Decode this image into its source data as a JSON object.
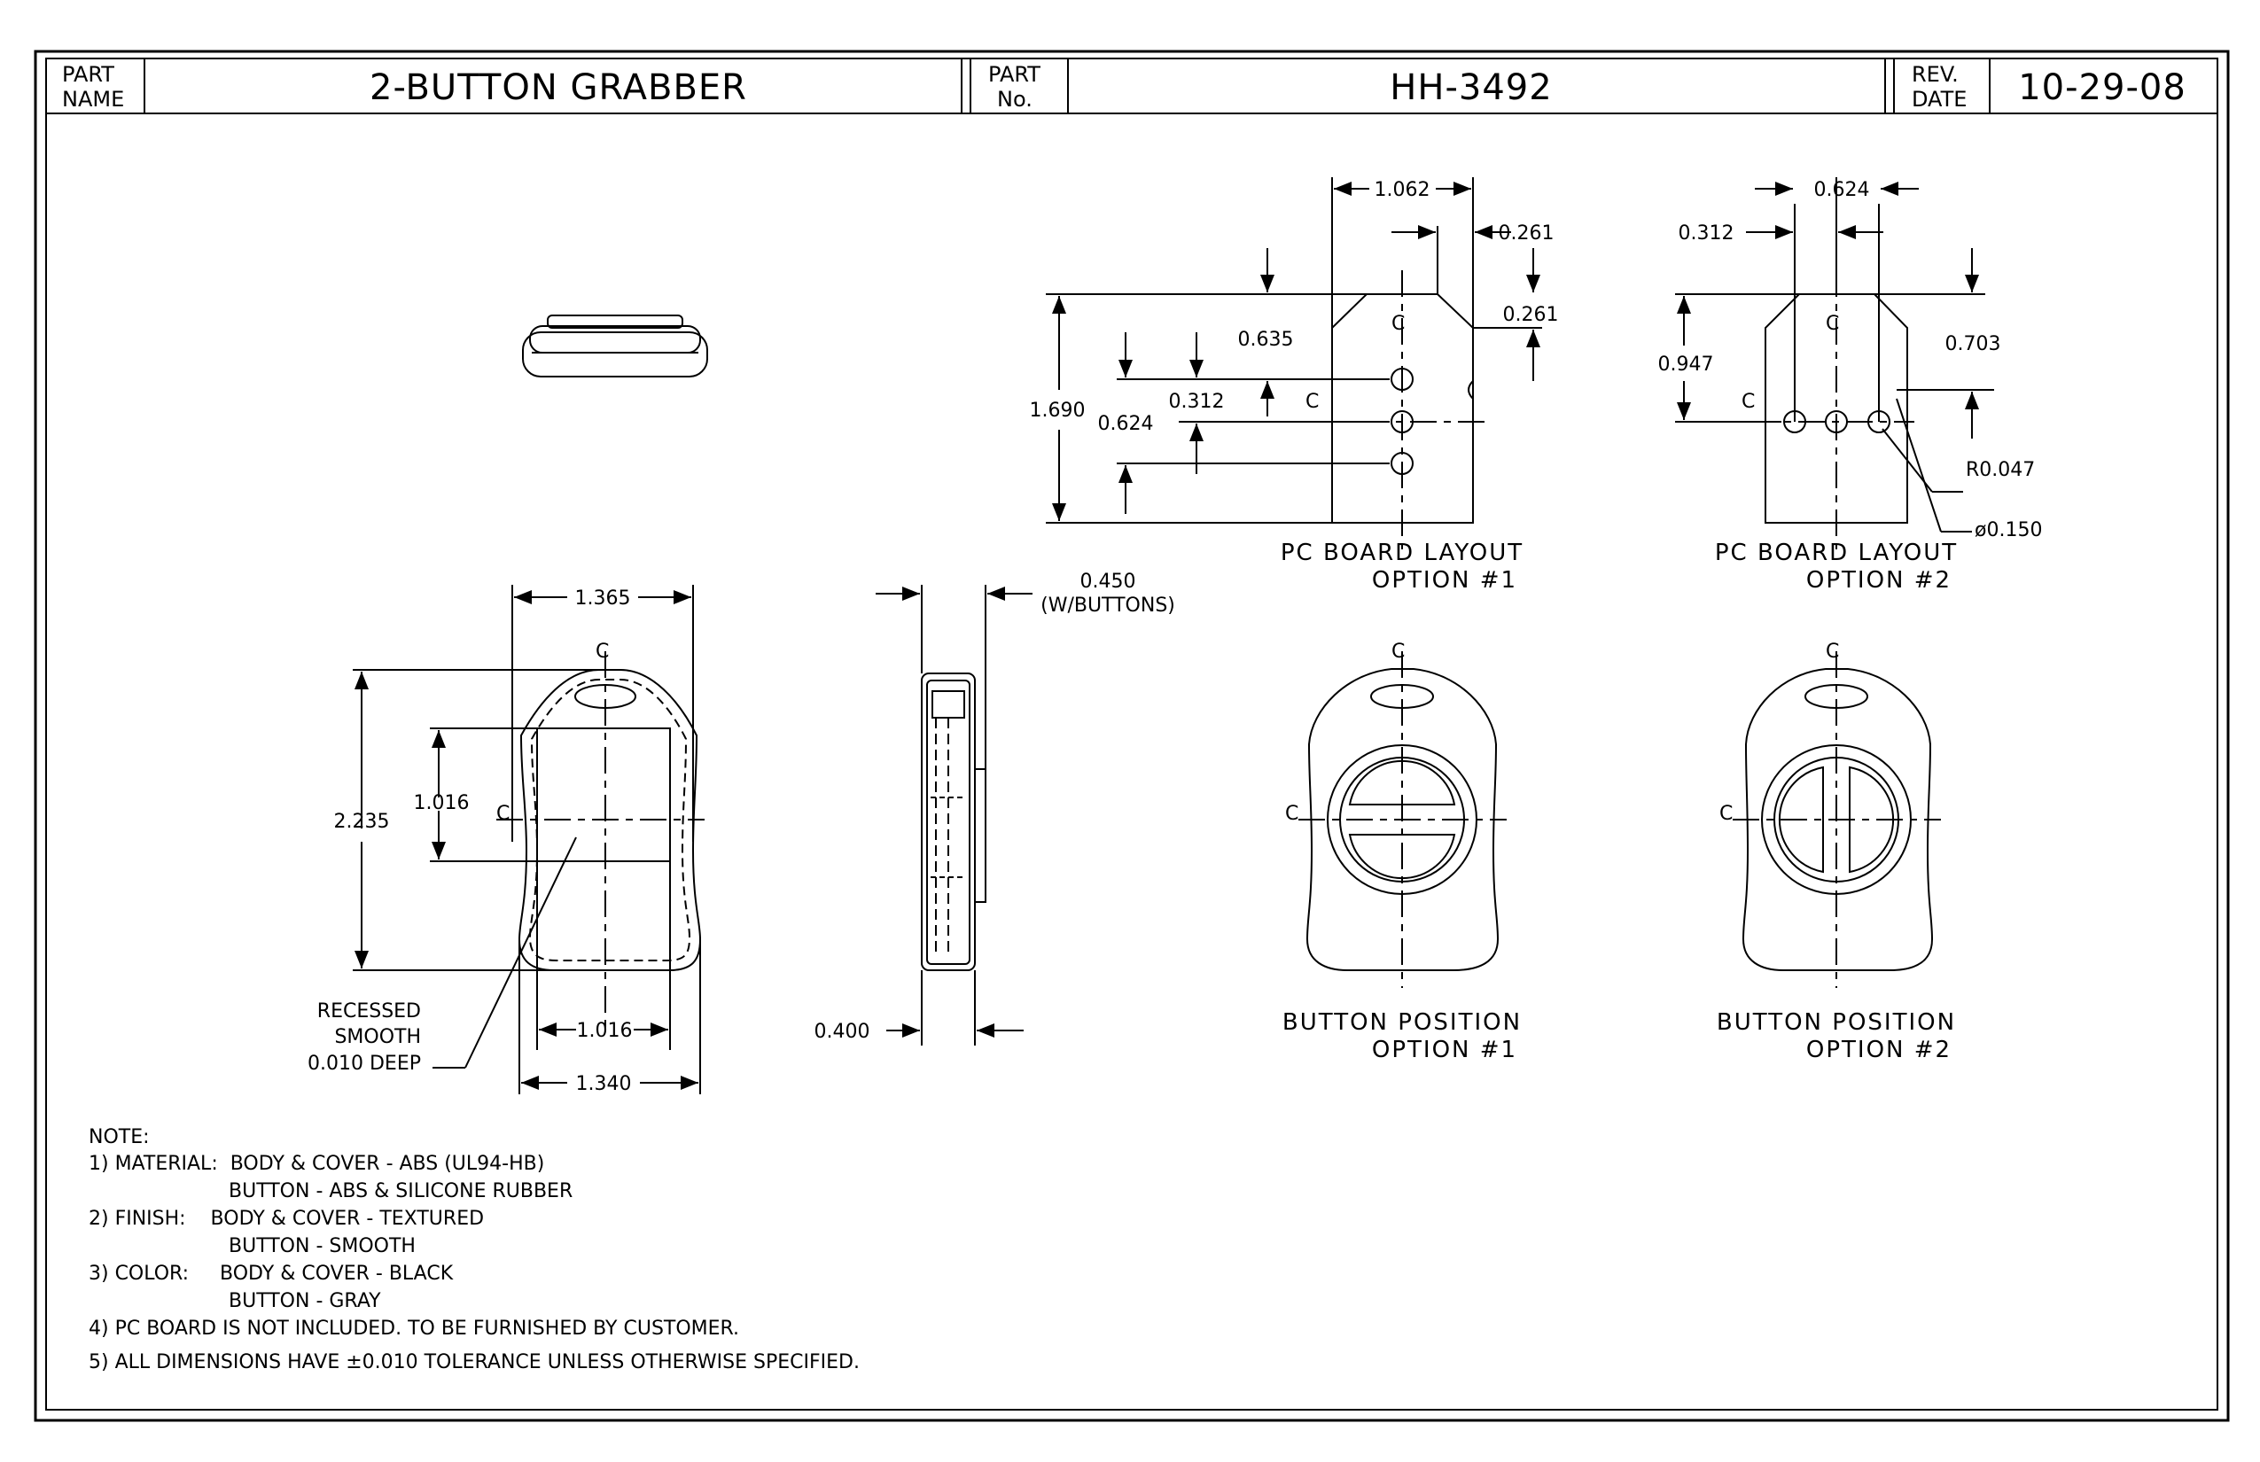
{
  "title_block": {
    "part_name_label": [
      "PART",
      "NAME"
    ],
    "part_name": "2-BUTTON GRABBER",
    "part_no_label": [
      "PART",
      "No."
    ],
    "part_no": "HH-3492",
    "rev_date_label": [
      "REV.",
      "DATE"
    ],
    "rev_date": "10-29-08"
  },
  "views": {
    "front": {
      "width_top": "1.365",
      "height": "2.235",
      "window_height": "1.016",
      "window_width": "1.016",
      "width_bottom": "1.340",
      "centerline_mark": "C",
      "recess_note": [
        "RECESSED",
        "SMOOTH",
        "0.010 DEEP"
      ]
    },
    "side": {
      "thickness_buttons": "0.450",
      "thickness_buttons_note": "(W/BUTTONS)",
      "thickness": "0.400"
    },
    "pcb_option1": {
      "width": "1.062",
      "notch_width": "0.261",
      "notch_height": "0.261",
      "dim_a": "0.635",
      "dim_b": "0.312",
      "dim_c": "0.624",
      "height": "1.690",
      "centerline_mark": "C",
      "caption": [
        "PC BOARD LAYOUT",
        "OPTION #1"
      ]
    },
    "pcb_option2": {
      "width": "0.624",
      "offset": "0.312",
      "height_left": "0.947",
      "height_right": "0.703",
      "radius": "R0.047",
      "diameter": "ø0.150",
      "centerline_mark": "C",
      "caption": [
        "PC BOARD LAYOUT",
        "OPTION #2"
      ]
    },
    "button_option1": {
      "centerline_mark": "C",
      "caption": [
        "BUTTON POSITION",
        "OPTION #1"
      ]
    },
    "button_option2": {
      "centerline_mark": "C",
      "caption": [
        "BUTTON POSITION",
        "OPTION #2"
      ]
    }
  },
  "notes": [
    "NOTE:",
    "1) MATERIAL:  BODY & COVER - ABS (UL94-HB)",
    "BUTTON - ABS & SILICONE RUBBER",
    "2) FINISH:    BODY & COVER - TEXTURED",
    "BUTTON - SMOOTH",
    "3) COLOR:     BODY & COVER - BLACK",
    "BUTTON - GRAY",
    "4) PC BOARD IS NOT INCLUDED.  TO BE FURNISHED BY CUSTOMER.",
    "5) ALL DIMENSIONS HAVE ±0.010 TOLERANCE UNLESS OTHERWISE SPECIFIED."
  ]
}
